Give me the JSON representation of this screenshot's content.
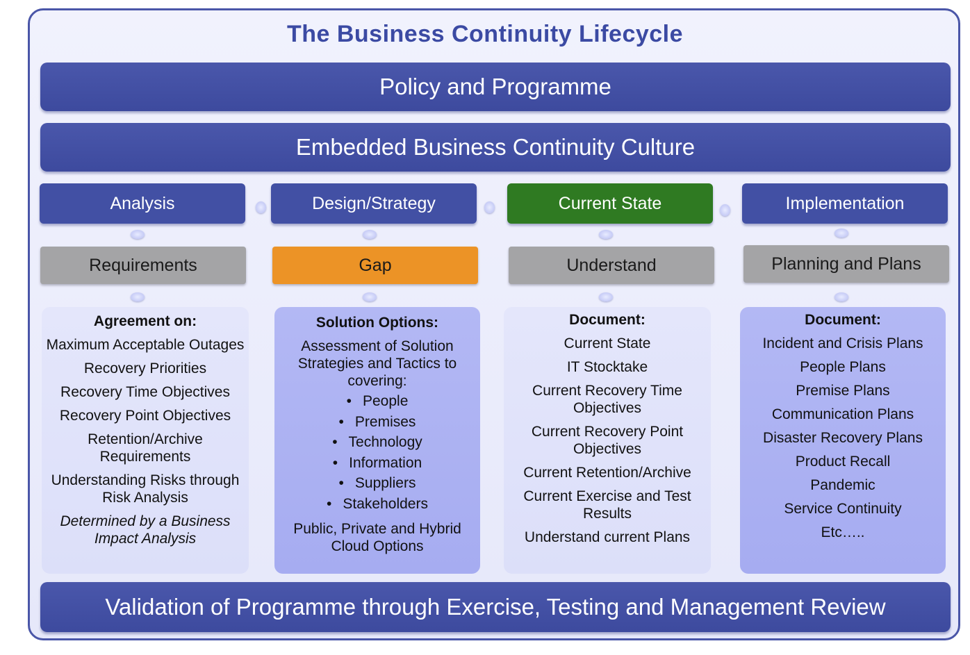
{
  "title": "The Business Continuity Lifecycle",
  "top_bars": [
    "Policy and Programme",
    "Embedded Business Continuity Culture"
  ],
  "columns": [
    {
      "phase": "Analysis",
      "stage": "Requirements",
      "panel": {
        "head": "Agreement on:",
        "items": [
          "Maximum Acceptable Outages",
          "Recovery Priorities",
          "Recovery Time Objectives",
          "Recovery Point Objectives",
          "Retention/Archive Requirements",
          "Understanding Risks through Risk Analysis"
        ],
        "note": "Determined by a Business Impact Analysis"
      }
    },
    {
      "phase": "Design/Strategy",
      "stage": "Gap",
      "panel": {
        "head": "Solution  Options:",
        "intro": "Assessment of Solution Strategies and Tactics to covering:",
        "bullets": [
          "People",
          "Premises",
          "Technology",
          "Information",
          "Suppliers",
          "Stakeholders"
        ],
        "footer": "Public, Private and Hybrid Cloud Options"
      }
    },
    {
      "phase": "Current State",
      "stage": "Understand",
      "panel": {
        "head": "Document:",
        "items": [
          "Current State",
          "IT Stocktake",
          "Current Recovery Time Objectives",
          "Current Recovery Point Objectives",
          "Current Retention/Archive",
          "Current Exercise and Test Results",
          "Understand current Plans"
        ]
      }
    },
    {
      "phase": "Implementation",
      "stage": "Planning and Plans",
      "panel": {
        "head": "Document:",
        "items": [
          "Incident and Crisis Plans",
          "People Plans",
          "Premise Plans",
          "Communication Plans",
          "Disaster Recovery Plans",
          "Product Recall",
          "Pandemic",
          "Service Continuity",
          "Etc….."
        ]
      }
    }
  ],
  "bottom_bar": "Validation of Programme through Exercise, Testing and Management Review",
  "colors": {
    "bar": "#3f4ca0",
    "phase_default": "#4250a4",
    "phase_current": "#2f7a22",
    "stage_grey": "#a4a4a6",
    "stage_gap": "#ec9326",
    "panel_light": "#e2e4fa",
    "panel_dark": "#aab0f3"
  }
}
